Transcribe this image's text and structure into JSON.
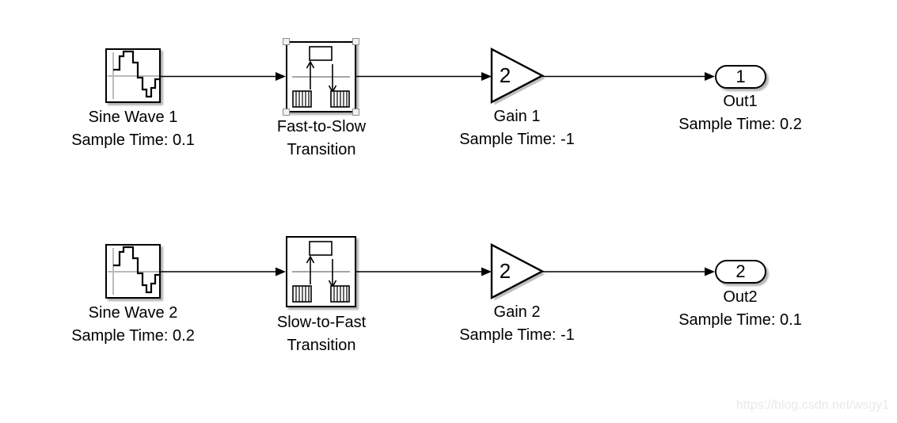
{
  "colors": {
    "ink": "#000000",
    "block_fill": "#ffffff",
    "watermark_text": "#e9e9e9",
    "icon_axis_gray": "#bbbbbb"
  },
  "watermark": {
    "text": "https://blog.csdn.net/wsgy1"
  },
  "blocks": {
    "sine1": {
      "icon": "discrete-sine-wave-icon",
      "name": "Sine Wave 1",
      "annotation": "Sample Time: 0.1"
    },
    "rt1": {
      "icon": "rate-transition-icon",
      "selected": true,
      "name_line1": "Fast-to-Slow",
      "name_line2": "Transition"
    },
    "gain1": {
      "icon": "gain-triangle-icon",
      "gain": "2",
      "name": "Gain 1",
      "annotation": "Sample Time: -1"
    },
    "out1": {
      "icon": "outport-icon",
      "port": "1",
      "name": "Out1",
      "annotation": "Sample Time: 0.2"
    },
    "sine2": {
      "icon": "discrete-sine-wave-icon",
      "name": "Sine Wave 2",
      "annotation": "Sample Time: 0.2"
    },
    "rt2": {
      "icon": "rate-transition-icon",
      "selected": false,
      "name_line1": "Slow-to-Fast",
      "name_line2": "Transition"
    },
    "gain2": {
      "icon": "gain-triangle-icon",
      "gain": "2",
      "name": "Gain 2",
      "annotation": "Sample Time: -1"
    },
    "out2": {
      "icon": "outport-icon",
      "port": "2",
      "name": "Out2",
      "annotation": "Sample Time: 0.1"
    }
  }
}
